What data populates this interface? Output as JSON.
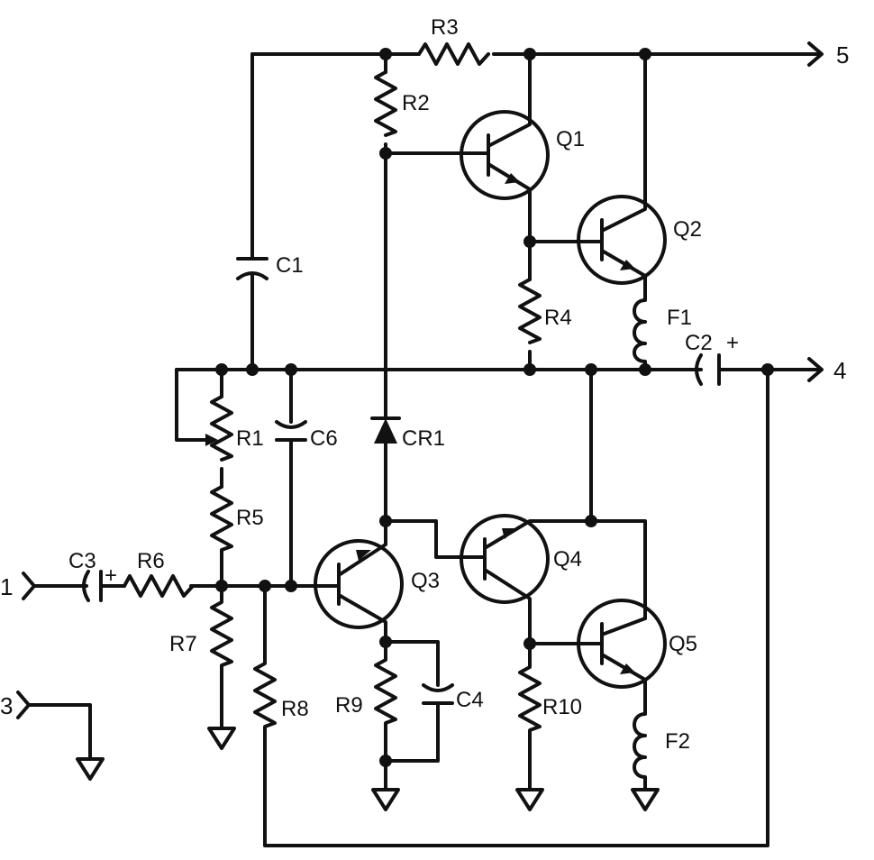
{
  "labels": {
    "R1": "R1",
    "R2": "R2",
    "R3": "R3",
    "R4": "R4",
    "R5": "R5",
    "R6": "R6",
    "R7": "R7",
    "R8": "R8",
    "R9": "R9",
    "R10": "R10",
    "C1": "C1",
    "C2": "C2",
    "C3": "C3",
    "C4": "C4",
    "C6": "C6",
    "Q1": "Q1",
    "Q2": "Q2",
    "Q3": "Q3",
    "Q4": "Q4",
    "Q5": "Q5",
    "CR1": "CR1",
    "F1": "F1",
    "F2": "F2"
  },
  "terminals": {
    "t1": "1",
    "t3": "3",
    "t4": "4",
    "t5": "5"
  },
  "polarity": {
    "c2": "+",
    "c3": "+"
  }
}
